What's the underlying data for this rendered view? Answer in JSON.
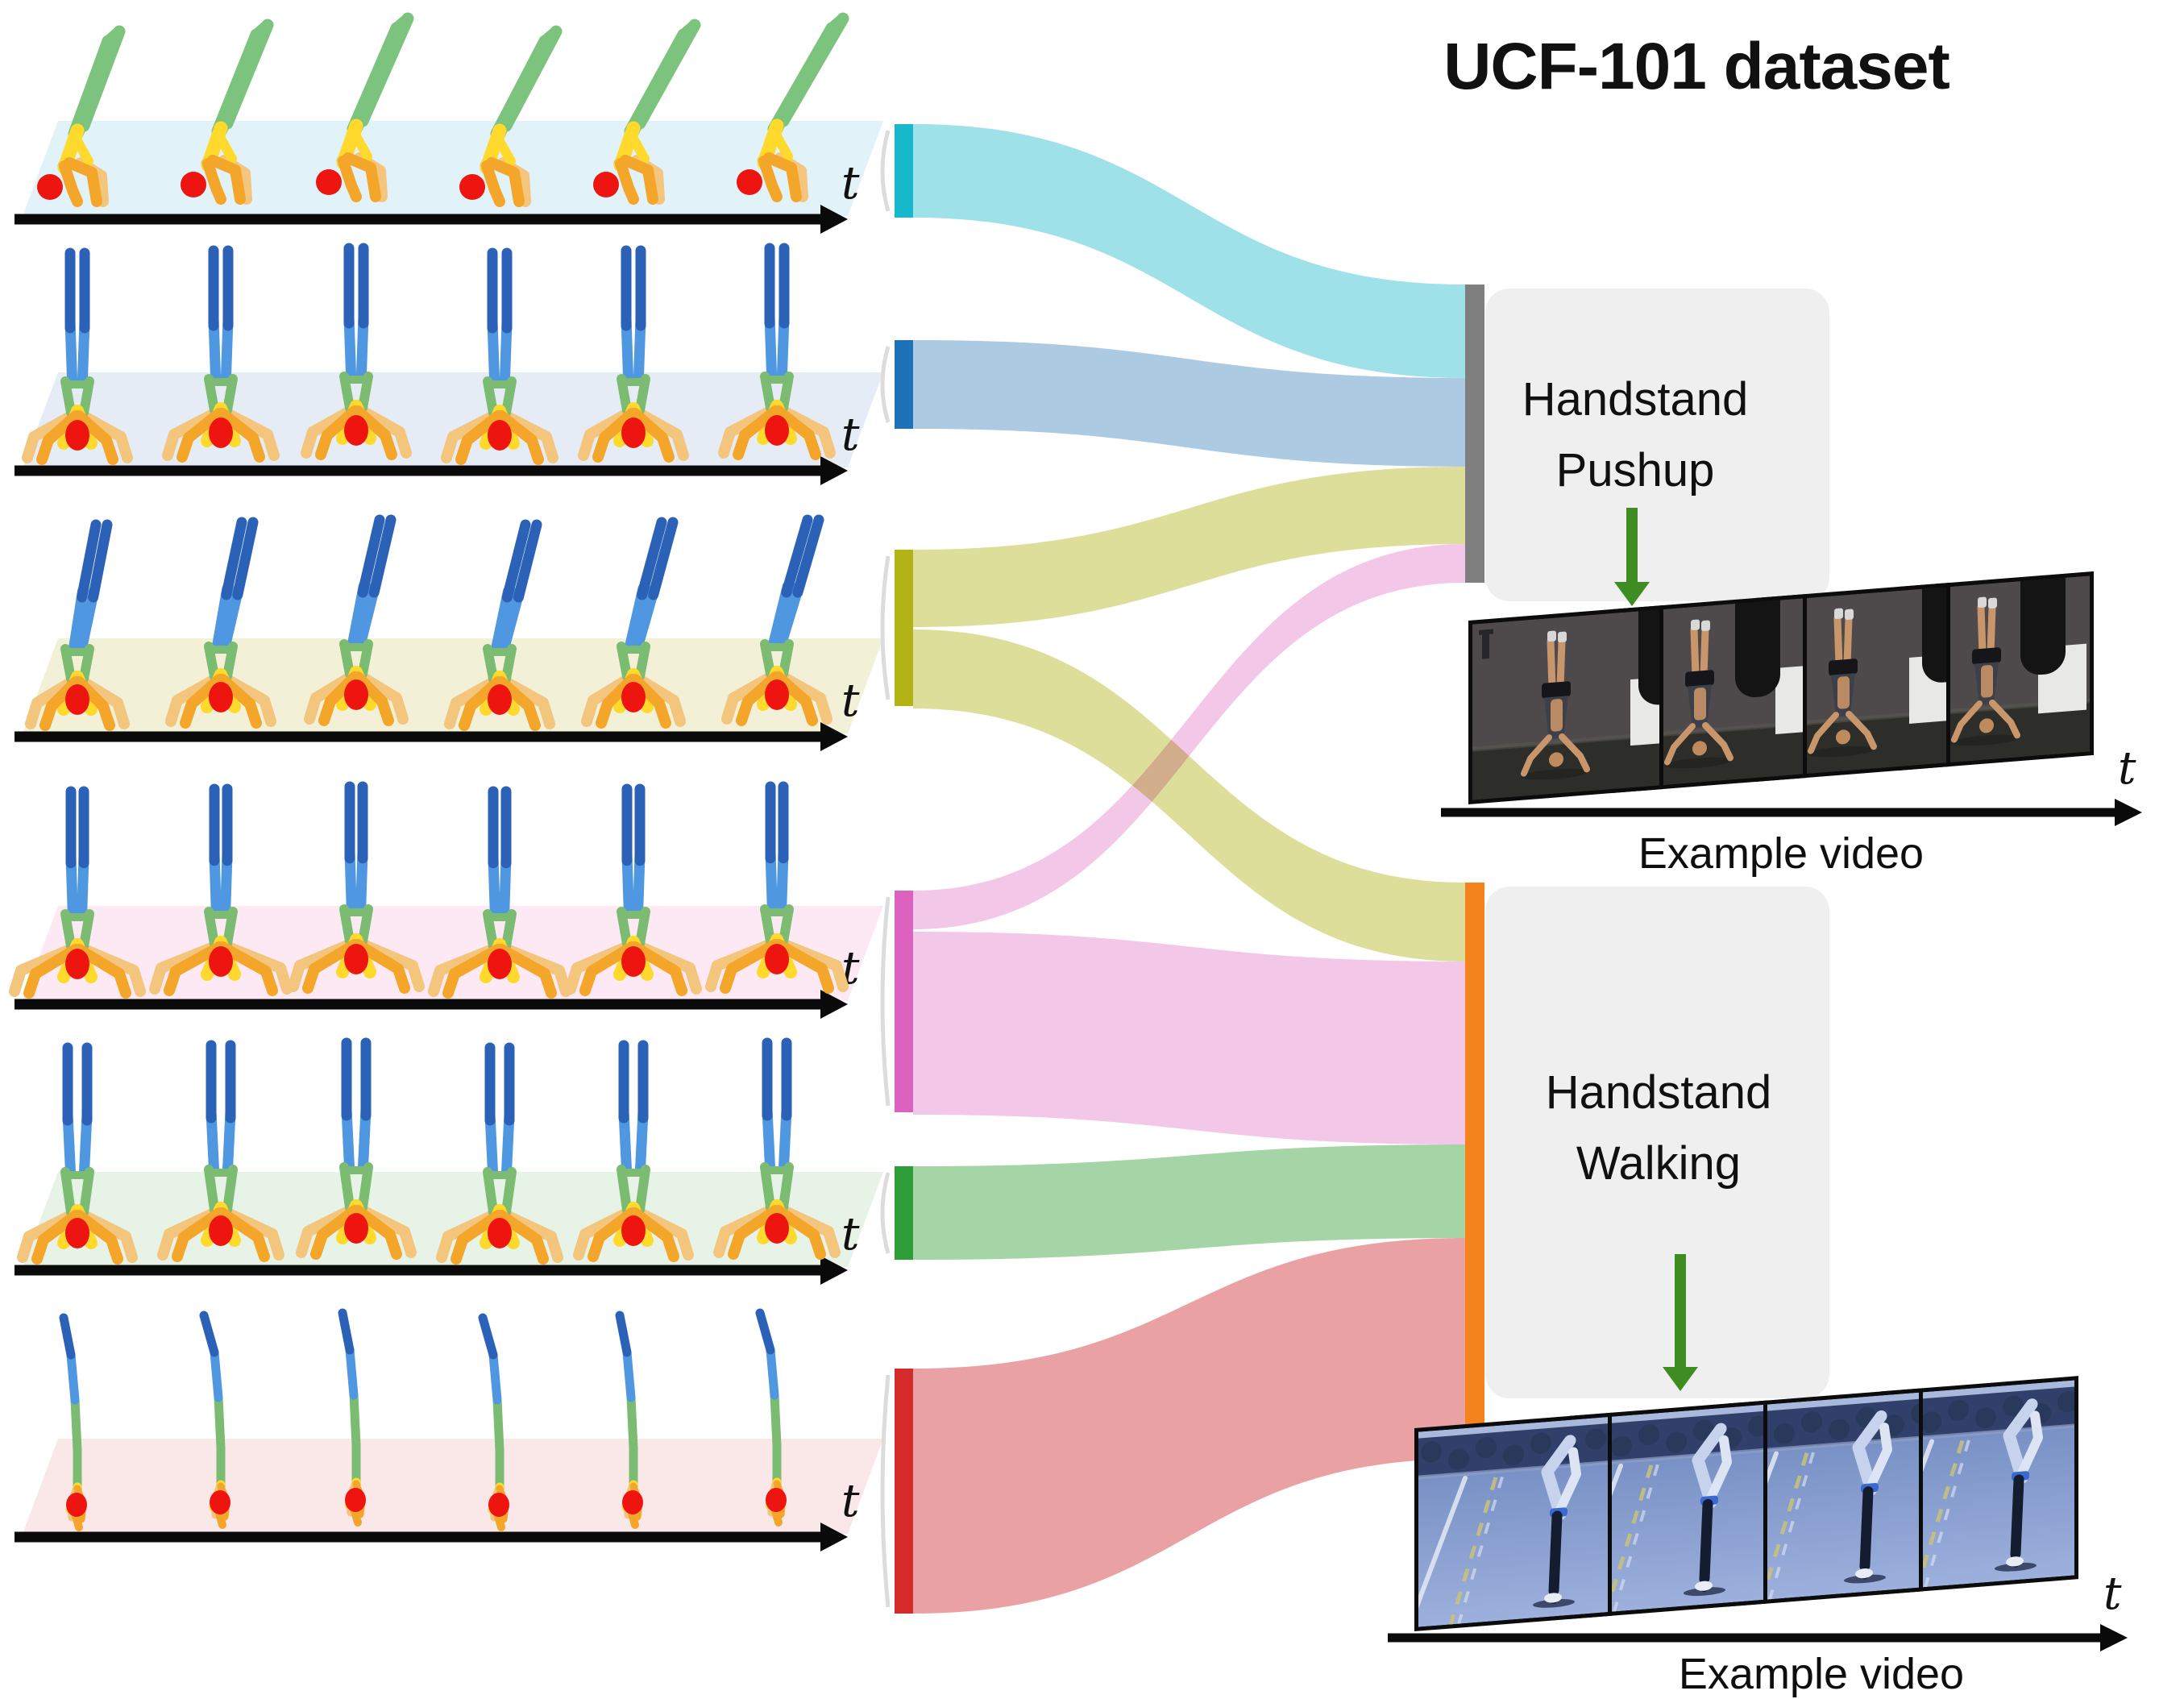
{
  "title": "UCF-101 dataset",
  "axis_label": "t",
  "dataset_classes": [
    {
      "label": "Handstand Pushup",
      "label_lines": [
        "Handstand",
        "Pushup"
      ],
      "caption": "Example video",
      "bar_color": "#7f7f7f",
      "video_scene": "gym handstand pushup",
      "frame_count": 4
    },
    {
      "label": "Handstand Walking",
      "label_lines": [
        "Handstand",
        "Walking"
      ],
      "caption": "Example video",
      "bar_color": "#f5831d",
      "video_scene": "road handstand walking",
      "frame_count": 4
    }
  ],
  "rows": [
    {
      "name": "sequence-1",
      "plane_color": "#e1f3f9",
      "bar_color": "#17b8cb",
      "flow_color": "#9adfe8",
      "pose": "pike",
      "figures": 6
    },
    {
      "name": "sequence-2",
      "plane_color": "#e6ecf6",
      "bar_color": "#1e72b8",
      "flow_color": "#a9c7e2",
      "pose": "straight",
      "figures": 6
    },
    {
      "name": "sequence-3",
      "plane_color": "#f2f0d6",
      "bar_color": "#b3b317",
      "flow_color": "#dcdc96",
      "pose": "lean",
      "figures": 6
    },
    {
      "name": "sequence-4",
      "plane_color": "#fce9f4",
      "bar_color": "#dd61be",
      "flow_color": "#f1c4e6",
      "pose": "wide",
      "figures": 6
    },
    {
      "name": "sequence-5",
      "plane_color": "#e7f3e6",
      "bar_color": "#2f9e38",
      "flow_color": "#a0d3a2",
      "pose": "tall",
      "figures": 6
    },
    {
      "name": "sequence-6",
      "plane_color": "#fae8e8",
      "bar_color": "#d62b2b",
      "flow_color": "#e99c9e",
      "pose": "side",
      "figures": 6
    }
  ],
  "chart_data": {
    "type": "sankey",
    "sources": [
      "sequence-1",
      "sequence-2",
      "sequence-3",
      "sequence-4",
      "sequence-5",
      "sequence-6"
    ],
    "source_sizes": [
      116,
      110,
      194,
      275,
      116,
      304
    ],
    "targets": [
      "Handstand Pushup",
      "Handstand Walking"
    ],
    "target_sizes": [
      370,
      715
    ],
    "links": [
      {
        "source": 0,
        "target": 0,
        "size": 116
      },
      {
        "source": 1,
        "target": 0,
        "size": 110
      },
      {
        "source": 2,
        "target": 0,
        "size": 96
      },
      {
        "source": 2,
        "target": 1,
        "size": 98
      },
      {
        "source": 3,
        "target": 0,
        "size": 48
      },
      {
        "source": 3,
        "target": 1,
        "size": 227
      },
      {
        "source": 4,
        "target": 1,
        "size": 116
      },
      {
        "source": 5,
        "target": 1,
        "size": 274
      }
    ]
  },
  "accents": {
    "arrow_color": "#3f8d22",
    "box_color": "#f0efef",
    "axis_color": "#0a0a0a",
    "bracket_color": "#dcdcdc"
  },
  "figure_colors": {
    "head": "#ee1511",
    "leg_dark": "#2b62b8",
    "leg_light": "#4f97e0",
    "green": "#7cbb72",
    "green_bright": "#7cc47e",
    "arm_front": "#f4a62a",
    "arm_back": "#f3c57d",
    "accent_yellow": "#ffd92b"
  },
  "video_pushup_colors": {
    "wall": "#4e4a4b",
    "floor": "#2d2d29",
    "panel": "#e8e8e6",
    "bag": "#141414",
    "skin": "#c9966b",
    "shorts": "#16161a",
    "top": "#3d4049",
    "shoe": "#d8d8d8"
  },
  "video_walking_colors": {
    "sky": "#a9b9dd",
    "trees": "#31406b",
    "road_top": "#6d87bd",
    "road_bottom": "#9db0dd",
    "edge_line": "#dfe6f2",
    "center_line": "#c9c37a",
    "body": "#141c30",
    "puffy": "#c7d2ec",
    "shoe": "#e8ecf5"
  }
}
